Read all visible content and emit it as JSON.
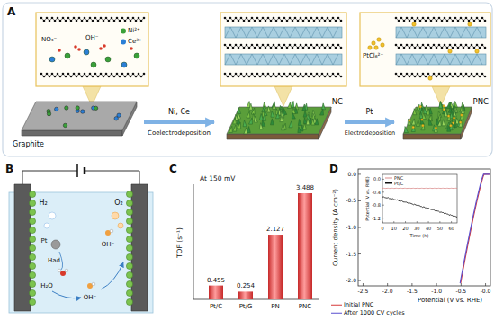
{
  "diagram": {
    "nodes": [
      {
        "text": [
          "Graphite"
        ]
      },
      {
        "text": [
          "NC"
        ]
      },
      {
        "text": [
          "PNC"
        ]
      }
    ],
    "edges": [
      {
        "from": 0,
        "to": 1,
        "arrow": "to",
        "label": "Ni, Ce"
      },
      {
        "from": 1,
        "to": 2,
        "arrow": "to",
        "label": "Pt"
      }
    ],
    "labels": [
      "A",
      "Coelectrodeposition",
      "Electrodeposition",
      "NO₃⁻",
      "OH⁻",
      "PtCl₆²⁻",
      "B",
      "H₂",
      "O₂",
      "Pt",
      "Had",
      "H₂O",
      "OH⁻",
      "OH⁻",
      "C",
      "At 150 mV",
      "TOF (s⁻¹)",
      "0.455",
      "0.254",
      "2.127",
      "3.488",
      "Pt/C",
      "Pt/G",
      "PN",
      "PNC",
      "D",
      "Current density (A cm⁻²)",
      "Potential (V vs. RHE)",
      "0.0",
      "-0.5",
      "-1.0",
      "-1.5",
      "-2.0",
      "-2.5",
      "-2.0",
      "-1.5",
      "-1.0",
      "-0.5",
      "-0.0",
      "Potential (V vs. RHE)",
      "Time (h)",
      "0.0",
      "-0.4",
      "-0.8",
      "-1.2",
      "0",
      "10",
      "20",
      "30",
      "40",
      "50",
      "60"
    ],
    "legend": [
      {
        "text": "Ni²⁺",
        "color": "#3aa03a"
      },
      {
        "text": "Ce³⁺",
        "color": "#2b7fd6"
      },
      {
        "text": "PNC"
      },
      {
        "text": "Pt/C"
      },
      {
        "text": "Initial PNC"
      },
      {
        "text": "After 1000 CV cycles"
      }
    ]
  }
}
